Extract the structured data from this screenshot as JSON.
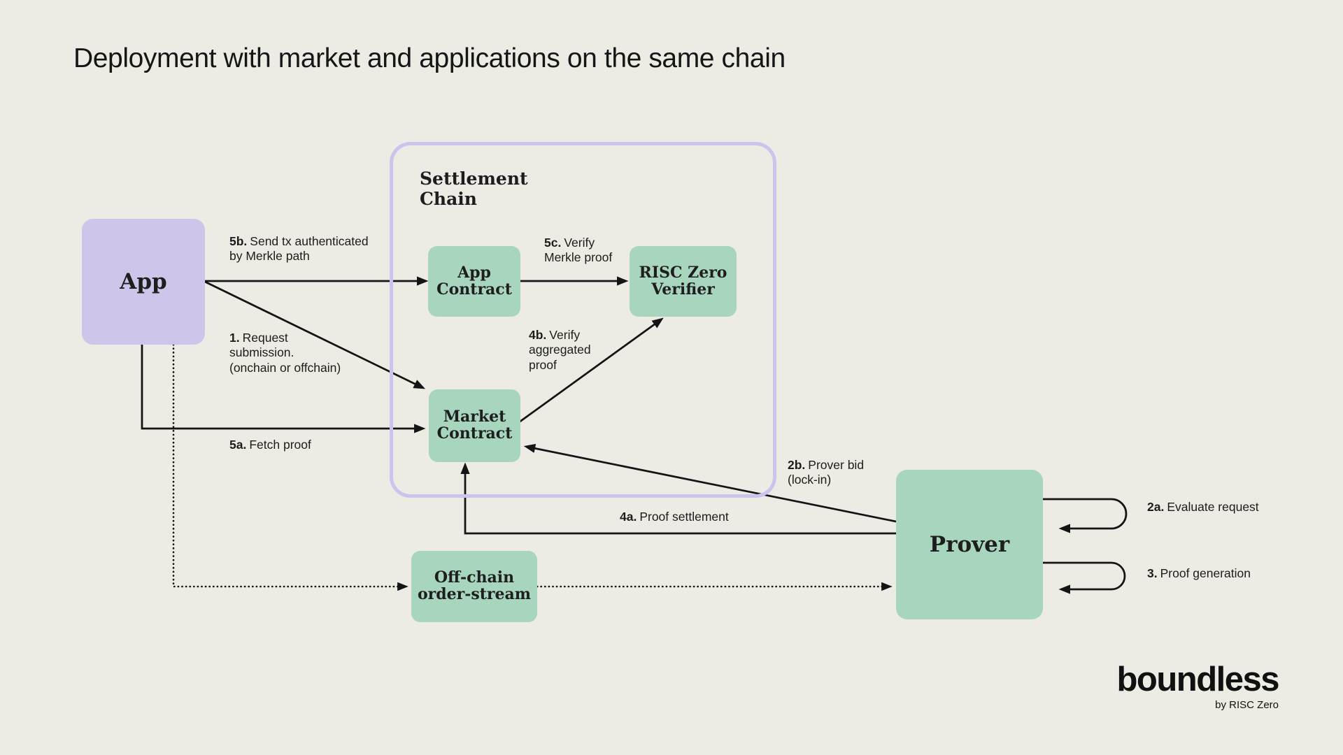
{
  "title": "Deployment with market and applications on the same chain",
  "colors": {
    "background": "#ECEBE4",
    "node_purple": "#CEC6EA",
    "node_green": "#A8D5BE",
    "chain_border": "#CDC3EC",
    "ink": "#141414"
  },
  "settlement_chain": {
    "label": "Settlement\nChain"
  },
  "nodes": {
    "app": {
      "label": "App"
    },
    "app_contract": {
      "label": "App\nContract"
    },
    "risc_zero_verifier": {
      "label": "RISC Zero\nVerifier"
    },
    "market_contract": {
      "label": "Market\nContract"
    },
    "offchain_order_stream": {
      "label": "Off-chain\norder-stream"
    },
    "prover": {
      "label": "Prover"
    }
  },
  "edge_labels": {
    "step1": {
      "num": "1.",
      "text": "Request\nsubmission.\n(onchain or offchain)"
    },
    "step2a": {
      "num": "2a.",
      "text": "Evaluate request"
    },
    "step2b": {
      "num": "2b.",
      "text": "Prover bid\n(lock-in)"
    },
    "step3": {
      "num": "3.",
      "text": "Proof generation"
    },
    "step4a": {
      "num": "4a.",
      "text": "Proof settlement"
    },
    "step4b": {
      "num": "4b.",
      "text": "Verify\naggregated\nproof"
    },
    "step5a": {
      "num": "5a.",
      "text": "Fetch proof"
    },
    "step5b": {
      "num": "5b.",
      "text": "Send tx authenticated\nby Merkle path"
    },
    "step5c": {
      "num": "5c.",
      "text": "Verify\nMerkle proof"
    }
  },
  "logo": {
    "name": "boundless",
    "byline": "by RISC Zero"
  }
}
